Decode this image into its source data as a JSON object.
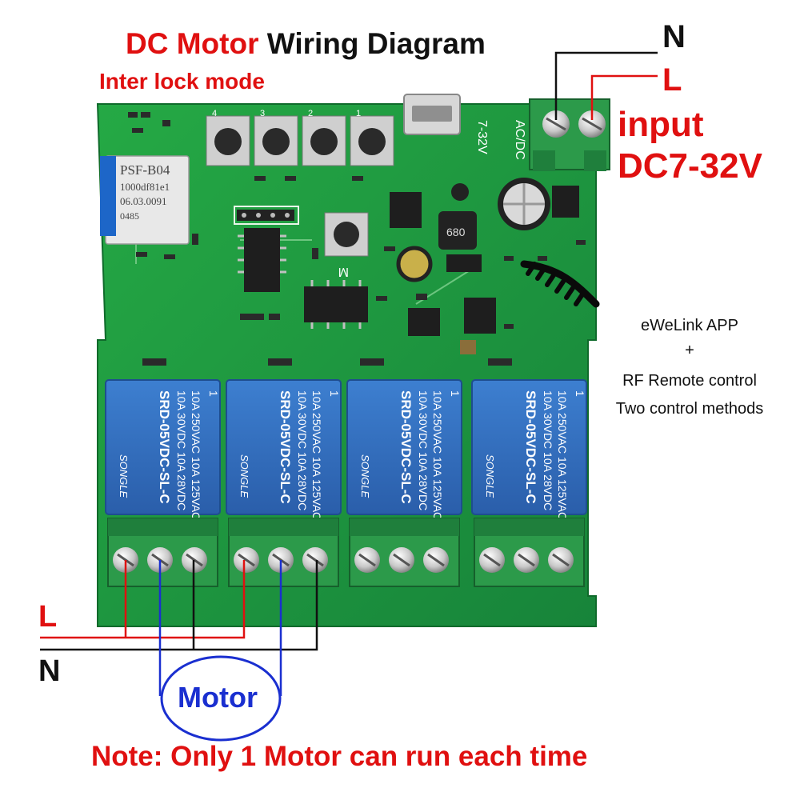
{
  "title": {
    "part1": "DC Motor",
    "part2": "Wiring Diagram"
  },
  "mode_label": "Inter lock mode",
  "input_terminals": {
    "n_label": "N",
    "l_label": "L"
  },
  "input_label": {
    "line1": "input",
    "line2": "DC7-32V"
  },
  "control_info": {
    "line1": "eWeLink APP",
    "line2": "+",
    "line3": "RF Remote control",
    "line4": "Two control methods"
  },
  "output_lines": {
    "l_label": "L",
    "n_label": "N"
  },
  "motor_label": "Motor",
  "note": "Note: Only 1 Motor can run each time",
  "board": {
    "module_lines": [
      "PSF-B04",
      "1000df81e1",
      "06.03.0091",
      "0485"
    ],
    "voltage_mark": "7-32V",
    "acdc_mark": "AC/DC",
    "inductor_mark": "680",
    "m_mark": "M",
    "button_numbers": [
      "4",
      "3",
      "2",
      "1"
    ]
  },
  "relays": [
    {
      "number": "1",
      "model": "SRD-05VDC-SL-C",
      "rating1": "10A 250VAC  10A 125VAC",
      "rating2": "10A 30VDC  10A 28VDC",
      "brand": "SONGLE"
    },
    {
      "number": "1",
      "model": "SRD-05VDC-SL-C",
      "rating1": "10A 250VAC  10A 125VAC",
      "rating2": "10A 30VDC  10A 28VDC",
      "brand": "SONGLE"
    },
    {
      "number": "1",
      "model": "SRD-05VDC-SL-C",
      "rating1": "10A 250VAC  10A 125VAC",
      "rating2": "10A 30VDC  10A 28VDC",
      "brand": "SONGLE"
    },
    {
      "number": "1",
      "model": "SRD-05VDC-SL-C",
      "rating1": "10A 250VAC  10A 125VAC",
      "rating2": "10A 30VDC  10A 28VDC",
      "brand": "SONGLE"
    }
  ],
  "colors": {
    "board": "#1f9a3c",
    "relay": "#2f6ab9",
    "terminal": "#2c9a4a",
    "live_wire": "#e01010",
    "neutral_wire": "#111111",
    "motor_wire": "#1a2fd0"
  }
}
